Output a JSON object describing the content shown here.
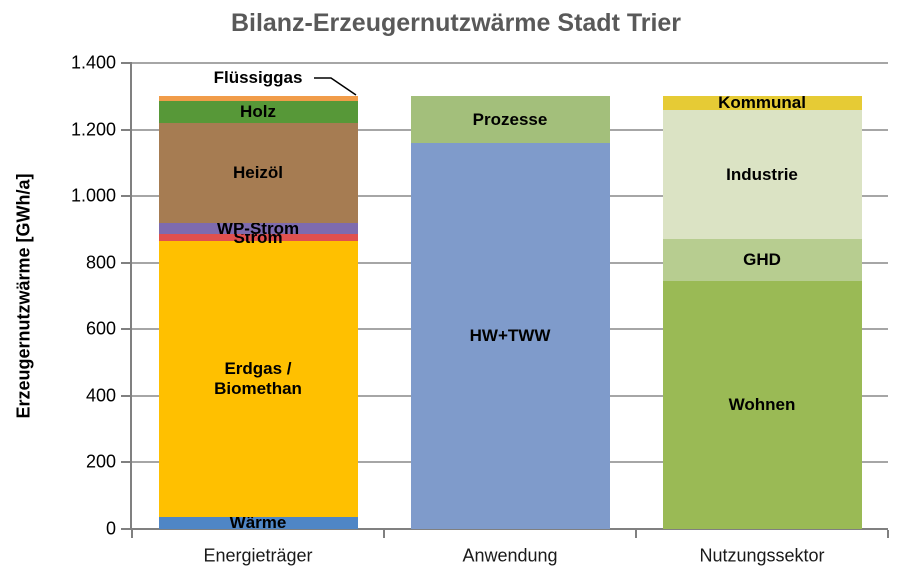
{
  "title": "Bilanz-Erzeugernutzwärme Stadt Trier",
  "y_axis": {
    "label": "Erzeugernutzwärme [GWh/a]",
    "ticks": [
      {
        "value": 0,
        "label": "0"
      },
      {
        "value": 200,
        "label": "200"
      },
      {
        "value": 400,
        "label": "400"
      },
      {
        "value": 600,
        "label": "600"
      },
      {
        "value": 800,
        "label": "800"
      },
      {
        "value": 1000,
        "label": "1.000"
      },
      {
        "value": 1200,
        "label": "1.200"
      },
      {
        "value": 1400,
        "label": "1.400"
      }
    ]
  },
  "chart_data": {
    "type": "bar",
    "stacked": true,
    "unit": "GWh/a",
    "title": "Bilanz-Erzeugernutzwärme Stadt Trier",
    "xlabel": "",
    "ylabel": "Erzeugernutzwärme [GWh/a]",
    "ylim": [
      0,
      1400
    ],
    "grid": true,
    "legend": "labels drawn inside segments",
    "categories": [
      "Energieträger",
      "Anwendung",
      "Nutzungssektor"
    ],
    "bars": [
      {
        "category": "Energieträger",
        "total": 1300,
        "segments": [
          {
            "label": "Wärme",
            "value": 35,
            "color": "#4F86C6"
          },
          {
            "label": "Erdgas /\nBiomethan",
            "value": 830,
            "color": "#FFC000"
          },
          {
            "label": "Strom",
            "value": 20,
            "color": "#E0504E"
          },
          {
            "label": "WP-Strom",
            "value": 35,
            "color": "#7E6BAE"
          },
          {
            "label": "Heizöl",
            "value": 300,
            "color": "#A67C52"
          },
          {
            "label": "Holz",
            "value": 65,
            "color": "#579838"
          },
          {
            "label": "Flüssiggas",
            "value": 15,
            "color": "#F19C49",
            "label_outside": true
          }
        ]
      },
      {
        "category": "Anwendung",
        "total": 1300,
        "segments": [
          {
            "label": "HW+TWW",
            "value": 1160,
            "color": "#7F9BCB"
          },
          {
            "label": "Prozesse",
            "value": 140,
            "color": "#A3BF7B"
          }
        ]
      },
      {
        "category": "Nutzungssektor",
        "total": 1300,
        "segments": [
          {
            "label": "Wohnen",
            "value": 745,
            "color": "#9ABA55"
          },
          {
            "label": "GHD",
            "value": 125,
            "color": "#B7CD90"
          },
          {
            "label": "Industrie",
            "value": 390,
            "color": "#DBE3C4"
          },
          {
            "label": "Kommunal",
            "value": 40,
            "color": "#E6CB35"
          }
        ]
      }
    ]
  },
  "colors": {
    "title_text": "#595959",
    "gridline": "#A6A6A6",
    "axis_line": "#808080",
    "label_text": "#000000",
    "background": "#FFFFFF"
  }
}
